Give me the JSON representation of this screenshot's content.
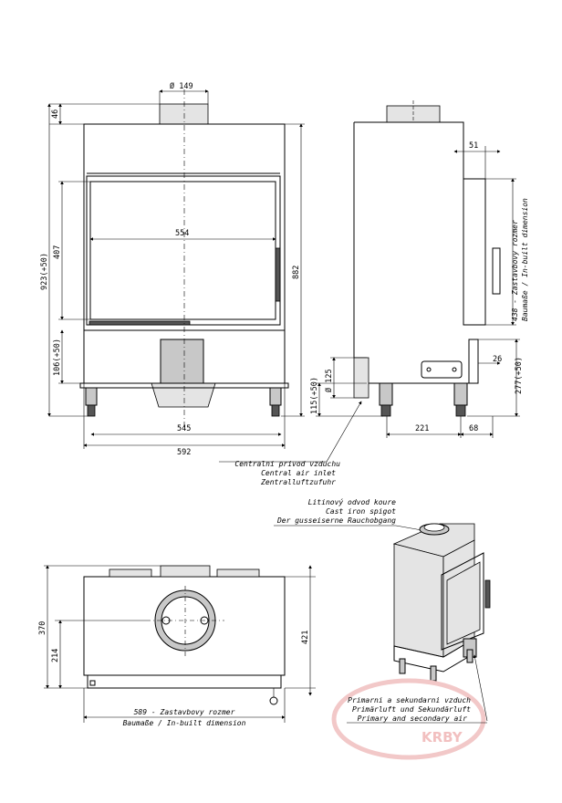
{
  "front_view": {
    "dim_flue": "Ø 149",
    "dim_top": "46",
    "dim_total_height_left": "923(+50)",
    "dim_glass_height": "407",
    "dim_base": "106(+50)",
    "dim_glass_width": "554",
    "dim_total_height_right": "882",
    "dim_inner_width": "545",
    "dim_outer_width": "592"
  },
  "side_view": {
    "dim_51": "51",
    "dim_438_line1": "438 - Zastavbovy rozmer",
    "dim_438_line2": "Baumaße / In-built dimension",
    "dim_26": "26",
    "dim_277": "277(+50)",
    "dim_air_dia": "Ø 125",
    "dim_115": "115(+50)",
    "dim_221": "221",
    "dim_68": "68"
  },
  "air_inlet_note": [
    "Centralni privod vzduchu",
    "Central air inlet",
    "Zentralluftzufuhr"
  ],
  "spigot_note": [
    "Litinový odvod koure",
    "Cast iron spigot",
    "Der gusseiserne Rauchobgang"
  ],
  "top_view": {
    "dim_370": "370",
    "dim_214": "214",
    "dim_421": "421",
    "dim_589_line1": "589 - Zastavbovy rozmer",
    "dim_589_line2": "Baumaße / In-built dimension"
  },
  "primary_note": [
    "Primarni a sekundarni vzduch",
    "Primärluft und Sekundärluft",
    "Primary and secondary air"
  ],
  "watermark": "KRBY"
}
